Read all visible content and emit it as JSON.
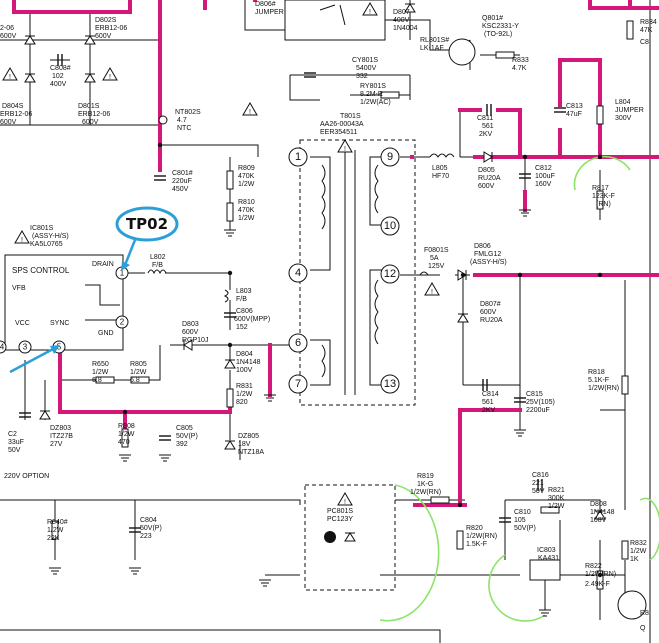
{
  "colors": {
    "highlight": "#d4187a",
    "callout": "#2c9fd8",
    "mark": "#8ee36a",
    "wire": "#111111"
  },
  "ic801": {
    "ref": "IC801S",
    "sub": "(ASSY-H/S)",
    "part": "KA5L0765",
    "title": "SPS CONTROL",
    "vfb": "VFB",
    "drain": "DRAIN",
    "gnd": "GND",
    "vcc": "VCC",
    "sync": "SYNC"
  },
  "tp02": "TP02",
  "transformer": {
    "ref": "T801S",
    "part": "AA26-00043A",
    "part2": "EER354511",
    "pins": [
      "1",
      "4",
      "6",
      "7",
      "9",
      "10",
      "12",
      "13"
    ]
  },
  "ic_pins": [
    "1",
    "2",
    "3",
    "5",
    "4"
  ],
  "labels": [
    {
      "t": "2-06"
    },
    {
      "t": "600V"
    },
    {
      "t": "D802S"
    },
    {
      "t": "ERB12-06"
    },
    {
      "t": "600V"
    },
    {
      "t": "C808#"
    },
    {
      "t": "102"
    },
    {
      "t": "400V"
    },
    {
      "t": "D804S"
    },
    {
      "t": "ERB12-06"
    },
    {
      "t": "600V"
    },
    {
      "t": "D801S"
    },
    {
      "t": "ERB12-06"
    },
    {
      "t": "600V"
    },
    {
      "t": "D806#"
    },
    {
      "t": "JUMPER"
    },
    {
      "t": "D807"
    },
    {
      "t": "400V"
    },
    {
      "t": "1N4004"
    },
    {
      "t": "Q801#"
    },
    {
      "t": "KSC2331-Y"
    },
    {
      "t": "(TO-92L)"
    },
    {
      "t": "RL801S#"
    },
    {
      "t": "LK-1AF"
    },
    {
      "t": "R833"
    },
    {
      "t": "4.7K"
    },
    {
      "t": "R834"
    },
    {
      "t": "47K"
    },
    {
      "t": "C8"
    },
    {
      "t": "CY801S"
    },
    {
      "t": "5400V"
    },
    {
      "t": "332"
    },
    {
      "t": "RY801S"
    },
    {
      "t": "8.2M-R"
    },
    {
      "t": "1/2W(AC)"
    },
    {
      "t": "NT802S"
    },
    {
      "t": "4.7"
    },
    {
      "t": "NTC"
    },
    {
      "t": "C801#"
    },
    {
      "t": "220uF"
    },
    {
      "t": "450V"
    },
    {
      "t": "R809"
    },
    {
      "t": "470K"
    },
    {
      "t": "1/2W"
    },
    {
      "t": "R810"
    },
    {
      "t": "470K"
    },
    {
      "t": "1/2W"
    },
    {
      "t": "C813"
    },
    {
      "t": "47uF"
    },
    {
      "t": "L804"
    },
    {
      "t": "JUMPER"
    },
    {
      "t": "300V"
    },
    {
      "t": "C811"
    },
    {
      "t": "561"
    },
    {
      "t": "2KV"
    },
    {
      "t": "L805"
    },
    {
      "t": "HF70"
    },
    {
      "t": "D805"
    },
    {
      "t": "RU20A"
    },
    {
      "t": "600V"
    },
    {
      "t": "C812"
    },
    {
      "t": "100uF"
    },
    {
      "t": "160V"
    },
    {
      "t": "R817"
    },
    {
      "t": "123K-F"
    },
    {
      "t": "(RN)"
    },
    {
      "t": "L802"
    },
    {
      "t": "F/B"
    },
    {
      "t": "L803"
    },
    {
      "t": "F/B"
    },
    {
      "t": "C806"
    },
    {
      "t": "600V(MPP)"
    },
    {
      "t": "152"
    },
    {
      "t": "F0801S"
    },
    {
      "t": "5A"
    },
    {
      "t": "125V"
    },
    {
      "t": "D806"
    },
    {
      "t": "FMLG12"
    },
    {
      "t": "(ASSY-H/S)"
    },
    {
      "t": "D807#"
    },
    {
      "t": "600V"
    },
    {
      "t": "RU20A"
    },
    {
      "t": "D803"
    },
    {
      "t": "600V"
    },
    {
      "t": "RGP10J"
    },
    {
      "t": "D804"
    },
    {
      "t": "1N4148"
    },
    {
      "t": "100V"
    },
    {
      "t": "R831"
    },
    {
      "t": "1/2W"
    },
    {
      "t": "820"
    },
    {
      "t": "R818"
    },
    {
      "t": "5.1K-F"
    },
    {
      "t": "1/2W(RN)"
    },
    {
      "t": "R650"
    },
    {
      "t": "1/2W"
    },
    {
      "t": "6.8"
    },
    {
      "t": "R805"
    },
    {
      "t": "1/2W"
    },
    {
      "t": "6.8"
    },
    {
      "t": "C814"
    },
    {
      "t": "561"
    },
    {
      "t": "2KV"
    },
    {
      "t": "C815"
    },
    {
      "t": "25V(105)"
    },
    {
      "t": "2200uF"
    },
    {
      "t": "C2"
    },
    {
      "t": "33uF"
    },
    {
      "t": "50V"
    },
    {
      "t": "DZ803"
    },
    {
      "t": "ITZ27B"
    },
    {
      "t": "27V"
    },
    {
      "t": "R808"
    },
    {
      "t": "1/2W"
    },
    {
      "t": "470"
    },
    {
      "t": "C805"
    },
    {
      "t": "50V(P)"
    },
    {
      "t": "392"
    },
    {
      "t": "DZ805"
    },
    {
      "t": "18V"
    },
    {
      "t": "NTZ18A"
    },
    {
      "t": "220V OPTION"
    },
    {
      "t": "R819"
    },
    {
      "t": "1K-G"
    },
    {
      "t": "1/2W(RN)"
    },
    {
      "t": "C816"
    },
    {
      "t": "221"
    },
    {
      "t": "50V"
    },
    {
      "t": "C810"
    },
    {
      "t": "105"
    },
    {
      "t": "50V(P)"
    },
    {
      "t": "R821"
    },
    {
      "t": "300K"
    },
    {
      "t": "1/2W"
    },
    {
      "t": "D808"
    },
    {
      "t": "1N4148"
    },
    {
      "t": "100V"
    },
    {
      "t": "R840#"
    },
    {
      "t": "1/2W"
    },
    {
      "t": "22K"
    },
    {
      "t": "C804"
    },
    {
      "t": "50V(P)"
    },
    {
      "t": "223"
    },
    {
      "t": "PC801S"
    },
    {
      "t": "PC123Y"
    },
    {
      "t": "R820"
    },
    {
      "t": "1/2W(RN)"
    },
    {
      "t": "1.5K-F"
    },
    {
      "t": "IC803"
    },
    {
      "t": "KA431"
    },
    {
      "t": "R822"
    },
    {
      "t": "1/2W(RN)"
    },
    {
      "t": "2.49K-F"
    },
    {
      "t": "R832"
    },
    {
      "t": "1/2W"
    },
    {
      "t": "1K"
    },
    {
      "t": "R8"
    },
    {
      "t": "Q"
    }
  ]
}
